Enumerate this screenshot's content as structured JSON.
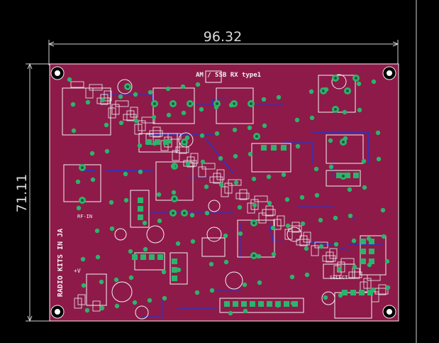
{
  "board": {
    "width_label": "96.32",
    "height_label": "71.11",
    "title": "AM / SSB RX type1",
    "side_text": "RADIO KITS IN JA",
    "labels": {
      "rf_in": "RF-IN",
      "plus_v": "+V",
      "select": "SELECT"
    }
  },
  "colors": {
    "background": "#000000",
    "board": "#8e1a49",
    "silk": "#f1f1f1",
    "pad": "#2bb56b",
    "trace": "#2a33c9",
    "dimension": "#cfcfcf"
  }
}
